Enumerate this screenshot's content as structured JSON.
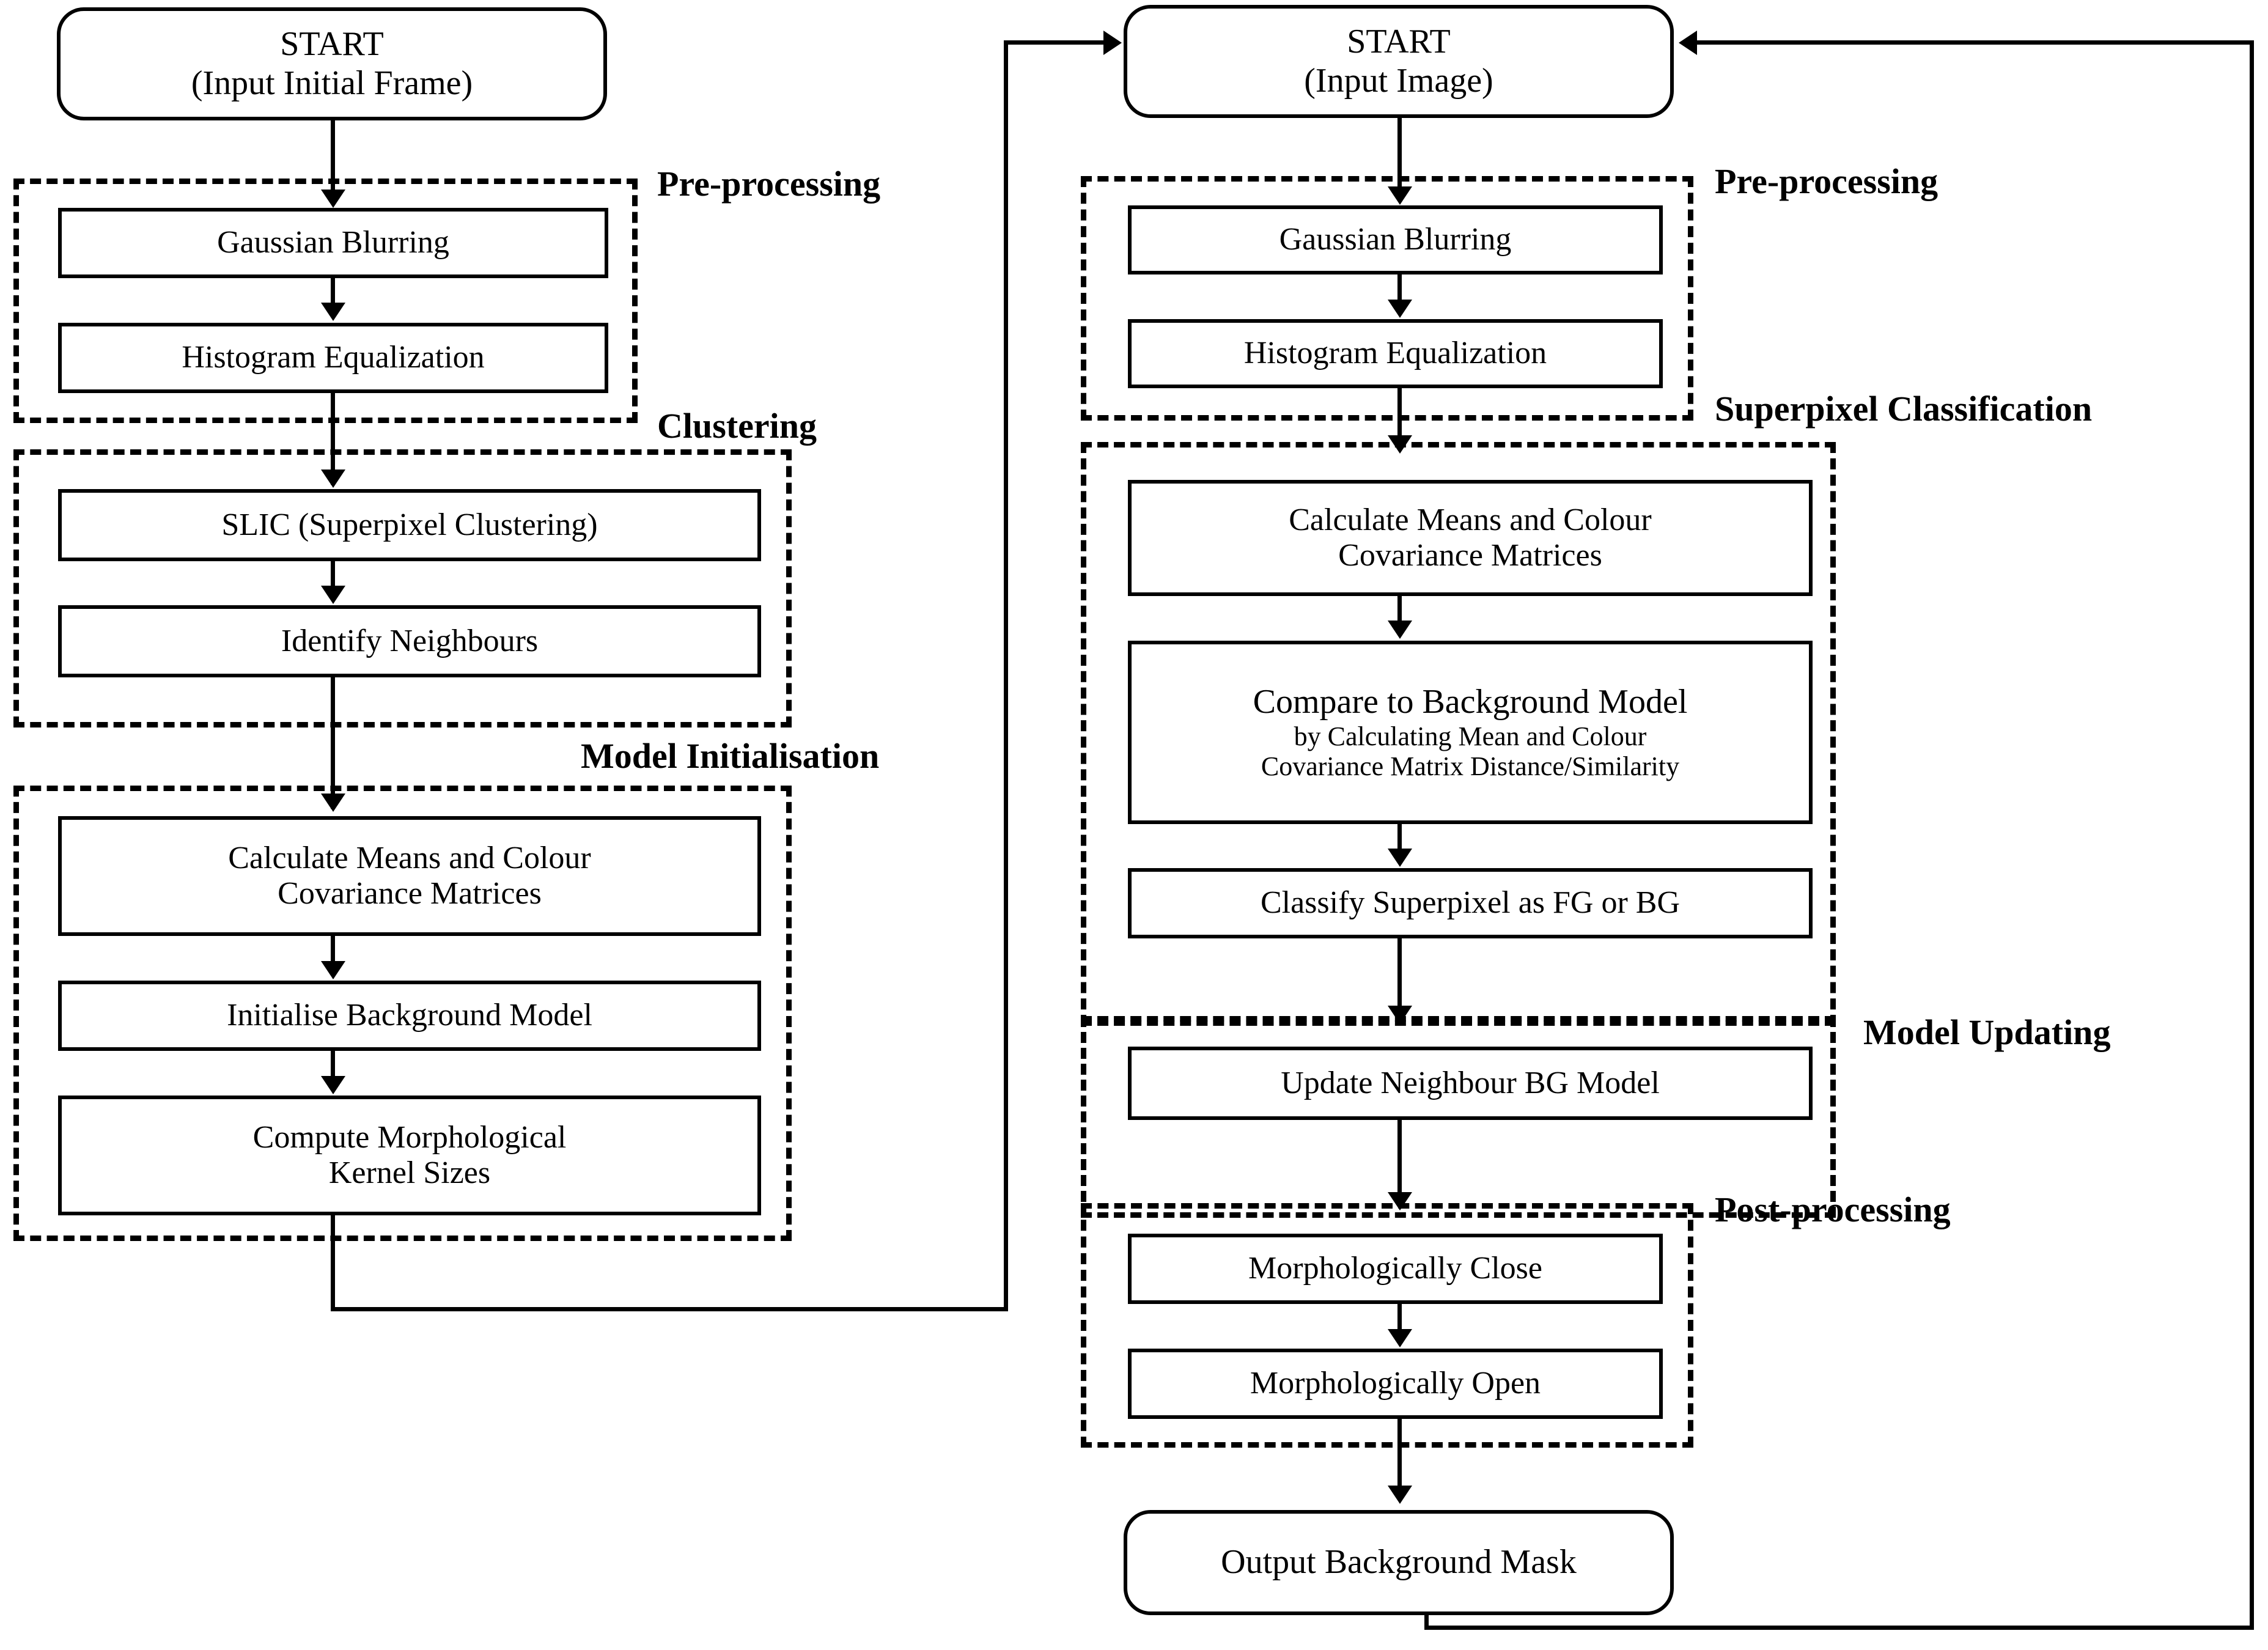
{
  "diagram": {
    "title": "Superpixel Background Subtraction Flowchart",
    "left_column": {
      "start": {
        "line1": "START",
        "line2": "(Input Initial Frame)"
      },
      "groups": [
        {
          "label": "Pre-processing"
        },
        {
          "label": "Clustering"
        },
        {
          "label": "Model Initialisation"
        }
      ],
      "steps": [
        {
          "text": "Gaussian Blurring"
        },
        {
          "text": "Histogram Equalization"
        },
        {
          "text": "SLIC (Superpixel Clustering)"
        },
        {
          "text": "Identify Neighbours"
        },
        {
          "line1": "Calculate Means and Colour",
          "line2": "Covariance Matrices"
        },
        {
          "text": "Initialise Background Model"
        },
        {
          "line1": "Compute Morphological",
          "line2": "Kernel Sizes"
        }
      ]
    },
    "right_column": {
      "start": {
        "line1": "START",
        "line2": "(Input Image)"
      },
      "groups": [
        {
          "label": "Pre-processing"
        },
        {
          "label": "Superpixel Classification"
        },
        {
          "label": "Model Updating"
        },
        {
          "label": "Post-processing"
        }
      ],
      "steps": [
        {
          "text": "Gaussian Blurring"
        },
        {
          "text": "Histogram Equalization"
        },
        {
          "line1": "Calculate Means and Colour",
          "line2": "Covariance Matrices"
        },
        {
          "line1": "Compare to Background Model",
          "line2": "by Calculating Mean and Colour",
          "line3": "Covariance Matrix Distance/Similarity"
        },
        {
          "text": "Classify Superpixel as FG or BG"
        },
        {
          "text": "Update Neighbour BG Model"
        },
        {
          "text": "Morphologically Close"
        },
        {
          "text": "Morphologically Open"
        }
      ],
      "output": {
        "text": "Output Background Mask"
      }
    },
    "colors": {
      "stroke": "#000000",
      "fill": "#ffffff"
    }
  }
}
